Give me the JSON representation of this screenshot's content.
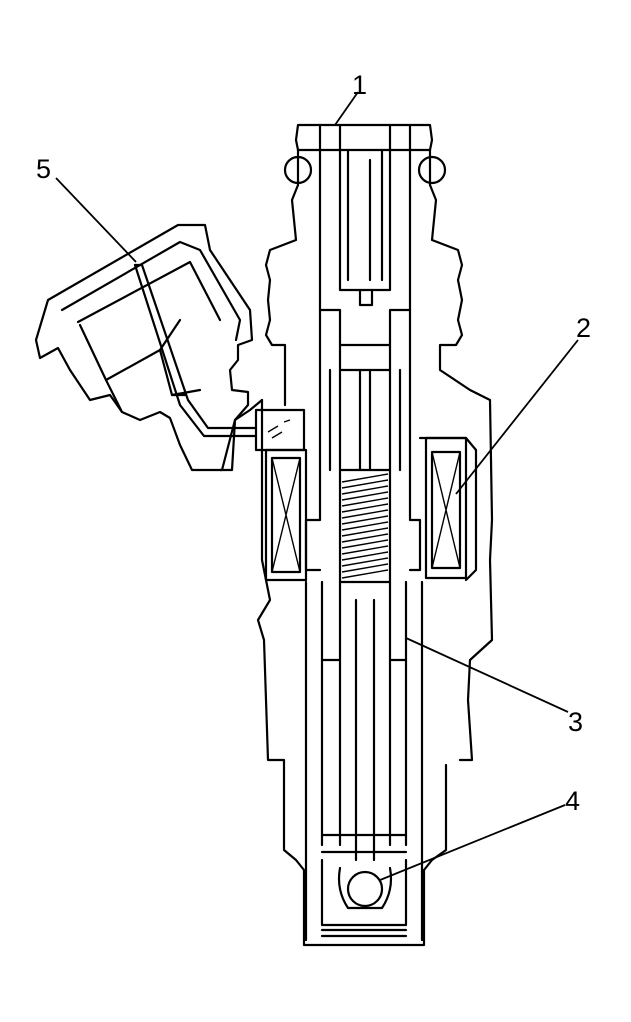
{
  "callouts": [
    {
      "id": "1",
      "text": "1"
    },
    {
      "id": "2",
      "text": "2"
    },
    {
      "id": "3",
      "text": "3"
    },
    {
      "id": "4",
      "text": "4"
    },
    {
      "id": "5",
      "text": "5"
    }
  ],
  "colors": {
    "line": "#000000",
    "background": "#ffffff"
  }
}
